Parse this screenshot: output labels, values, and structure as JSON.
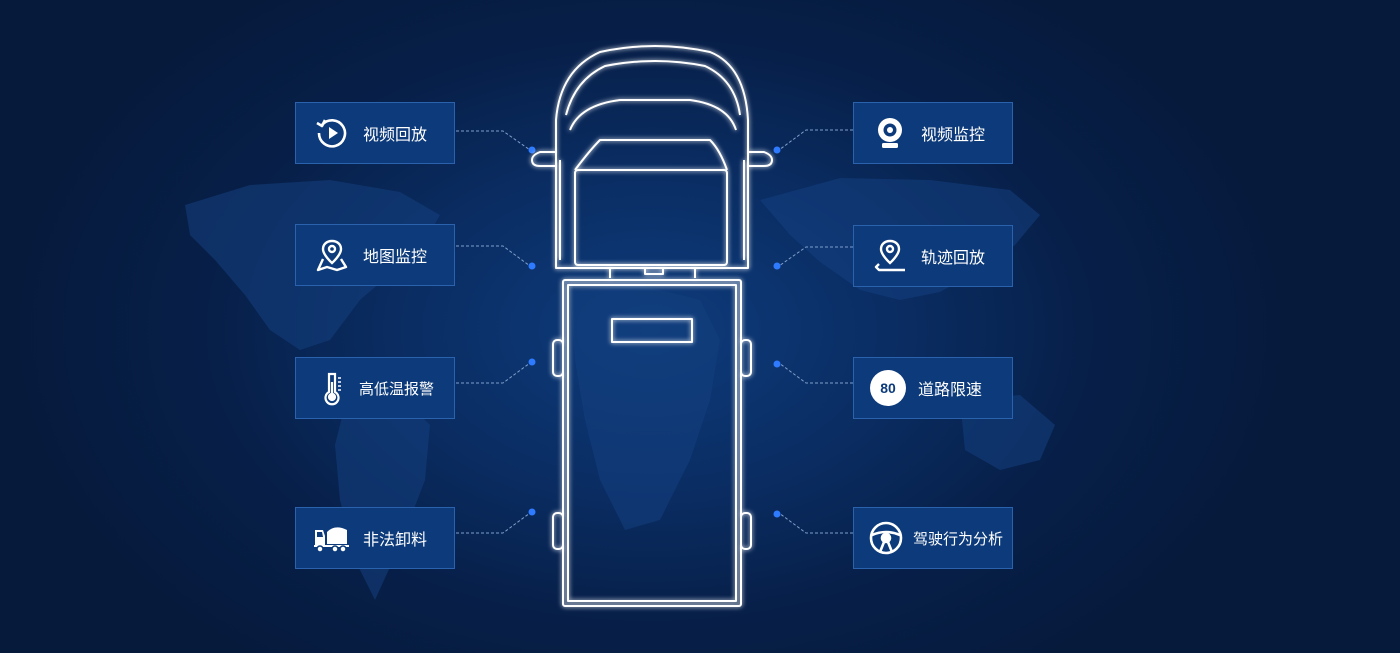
{
  "features": {
    "video_playback": {
      "label": "视频回放",
      "icon": "video-playback-icon"
    },
    "map_monitor": {
      "label": "地图监控",
      "icon": "map-pin-icon"
    },
    "temp_alarm": {
      "label": "高低温报警",
      "icon": "thermometer-icon"
    },
    "illegal_unload": {
      "label": "非法卸料",
      "icon": "mixer-truck-icon"
    },
    "video_monitor": {
      "label": "视频监控",
      "icon": "webcam-icon"
    },
    "track_playback": {
      "label": "轨迹回放",
      "icon": "route-pin-icon"
    },
    "speed_limit": {
      "label": "道路限速",
      "icon": "speed-limit-icon",
      "badge": "80"
    },
    "driving_analysis": {
      "label": "驾驶行为分析",
      "icon": "steering-wheel-icon"
    }
  },
  "colors": {
    "background": "#071f48",
    "card_fill": "#0c3a7a",
    "card_border": "#2a62ad",
    "connector_dot": "#2f7bff",
    "truck_outline": "#ffffff"
  }
}
